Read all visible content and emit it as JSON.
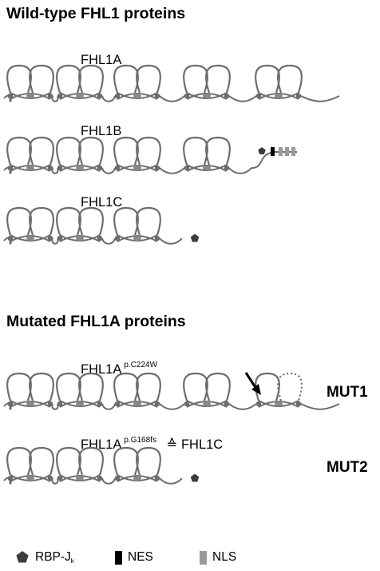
{
  "sections": {
    "wild_type_title": "Wild-type FHL1 proteins",
    "mutated_title": "Mutated FHL1A proteins"
  },
  "proteins": {
    "fhl1a": "FHL1A",
    "fhl1b": "FHL1B",
    "fhl1c": "FHL1C",
    "mut1_name": "FHL1A",
    "mut1_variant": "p.C224W",
    "mut2_name": "FHL1A",
    "mut2_variant": "p.G168fs",
    "mut2_equiv": "≙ FHL1C"
  },
  "mutations": {
    "mut1": "MUT1",
    "mut2": "MUT2"
  },
  "legend": {
    "rbp_main": "RBP-J",
    "rbp_sub": "k",
    "nes": "NES",
    "nls": "NLS"
  },
  "colors": {
    "line": "#6d6d6d",
    "node": "#8a8a8a",
    "pentagon": "#3d3d3d",
    "nes": "#000000",
    "nls": "#999999"
  }
}
